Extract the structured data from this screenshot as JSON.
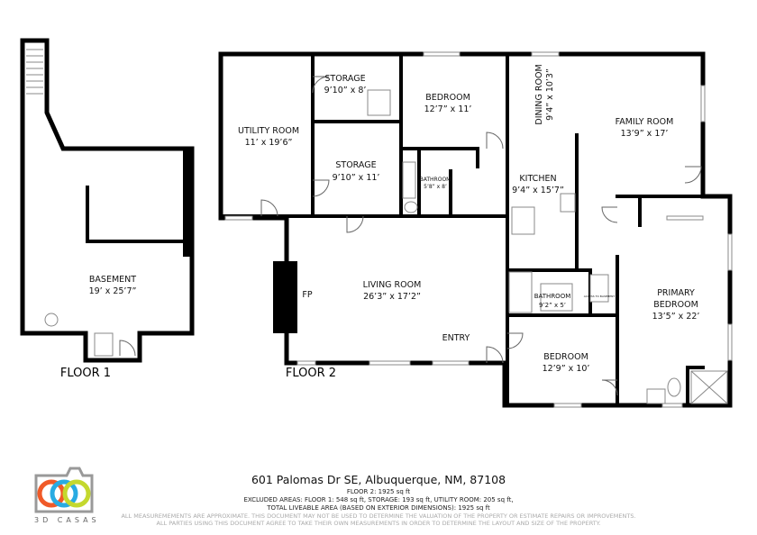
{
  "floors": [
    {
      "label": "FLOOR 1",
      "rooms": [
        {
          "name": "BASEMENT",
          "dims": "19’ x 25’7”"
        }
      ]
    },
    {
      "label": "FLOOR 2",
      "rooms": [
        {
          "name": "STORAGE",
          "dims": "9’10” x 8’"
        },
        {
          "name": "BEDROOM",
          "dims": "12’7” x 11’"
        },
        {
          "name": "UTILITY ROOM",
          "dims": "11’ x 19’6”"
        },
        {
          "name": "STORAGE",
          "dims": "9’10” x 11’"
        },
        {
          "name": "DINING ROOM",
          "dims": "9’4” x 10’3”"
        },
        {
          "name": "FAMILY ROOM",
          "dims": "13’9” x 17’"
        },
        {
          "name": "KITCHEN",
          "dims": "9’4” x 15’7”"
        },
        {
          "name": "BATHROOM",
          "dims": "5’8” x 8’"
        },
        {
          "name": "LIVING ROOM",
          "dims": "26’3” x 17’2”"
        },
        {
          "name": "BATHROOM",
          "dims": "9’2” x 5’"
        },
        {
          "name": "PRIMARY BEDROOM",
          "name_lines": [
            "PRIMARY",
            "BEDROOM"
          ],
          "dims": "13’5” x 22’"
        },
        {
          "name": "BEDROOM",
          "dims": "12’9” x 10’"
        }
      ],
      "fireplace": "FP",
      "entry": "ENTRY",
      "stairs_note": "ACCESS TO BASEMENT"
    }
  ],
  "footer": {
    "address": "601 Palomas Dr SE, Albuquerque, NM, 87108",
    "floor_area": "FLOOR 2: 1925 sq ft",
    "excluded": "EXCLUDED AREAS: FLOOR 1: 548 sq ft, STORAGE: 193 sq ft, UTILITY ROOM: 205 sq ft,",
    "total": "TOTAL LIVEABLE AREA (BASED ON EXTERIOR DIMENSIONS): 1925 sq ft",
    "disclaimer1": "ALL MEASUREMEMENTS ARE APPROXIMATE. THIS DOCUMENT MAY NOT BE USED TO DETERMINE THE VALUATION OF THE PROPERTY OR ESTIMATE REPAIRS OR IMPROVEMENTS.",
    "disclaimer2": "ALL PARTIES USING THIS DOCUMENT AGREE TO TAKE THEIR OWN MEASUREMENTS IN ORDER TO DETERMINE THE LAYOUT AND SIZE OF THE PROPERTY."
  },
  "logo": {
    "text": "3D CASAS",
    "colors": [
      "#f05a28",
      "#29abe2",
      "#c4d82e"
    ]
  }
}
